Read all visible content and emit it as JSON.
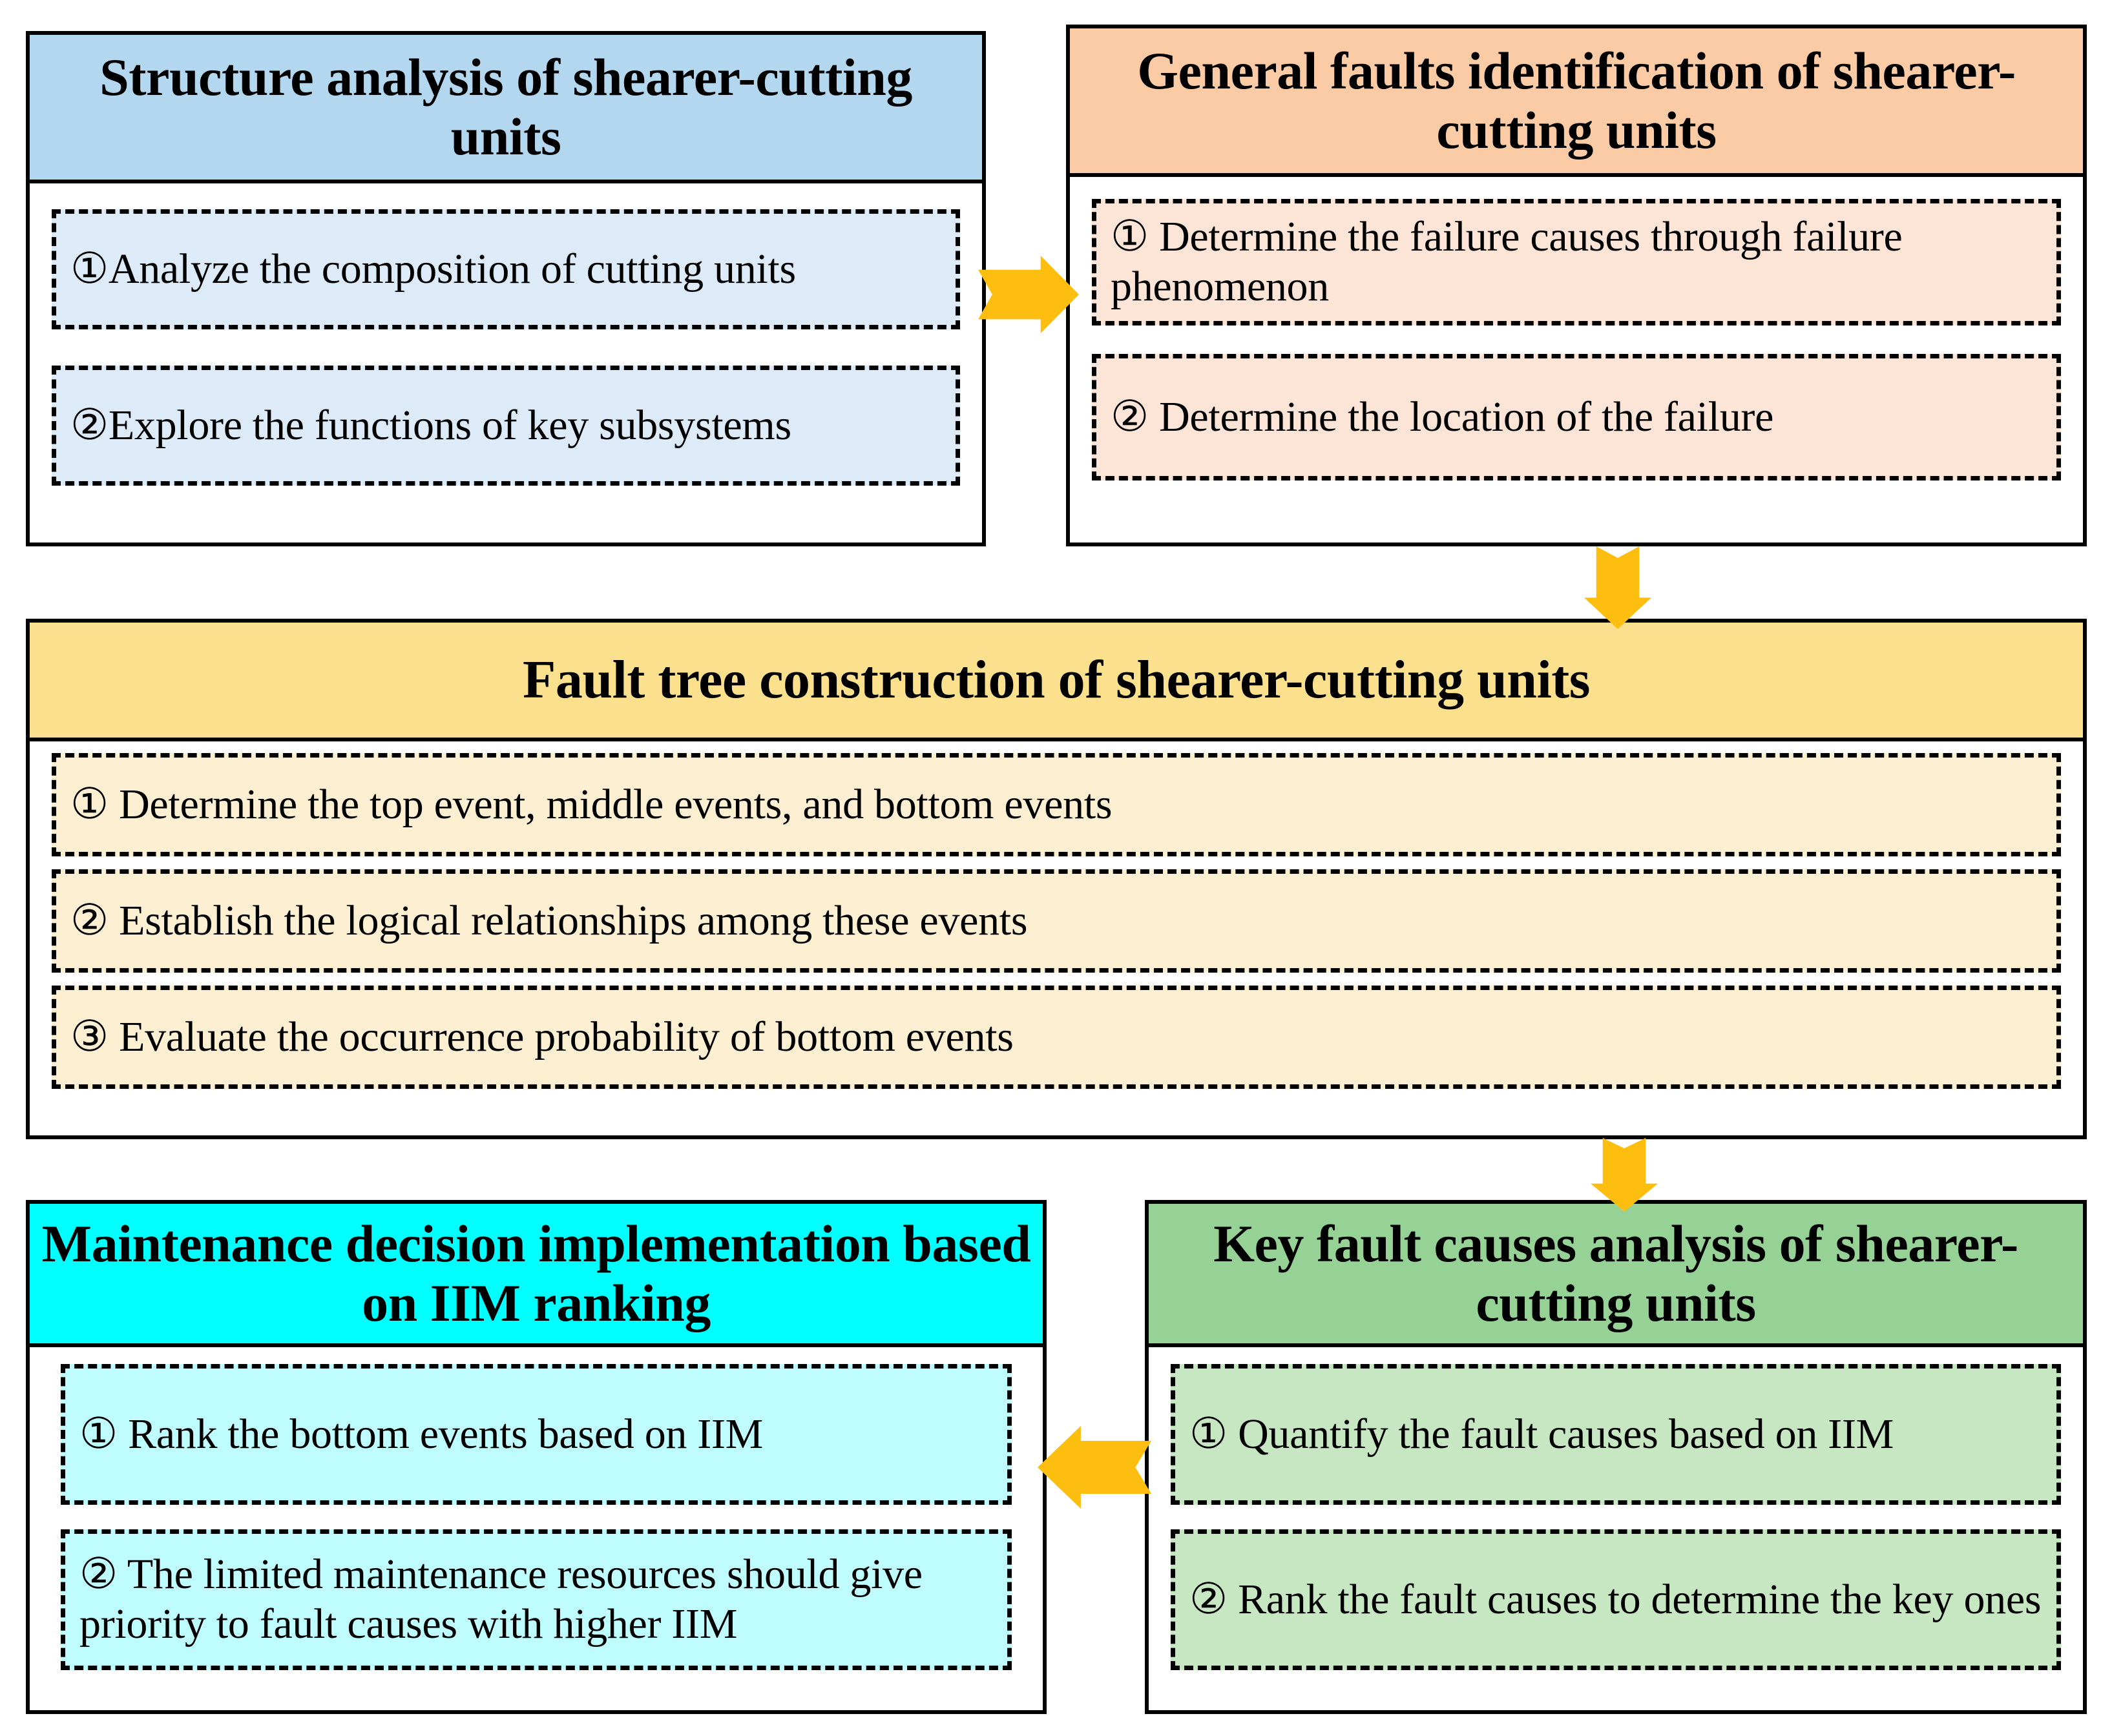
{
  "diagram": {
    "type": "flowchart",
    "accent_arrow_color": "#fdbe10",
    "boxes": [
      {
        "id": "structure",
        "title": "Structure analysis of shearer-cutting units",
        "header_color": "#b3d7ef",
        "item_color": "#dcebf7",
        "items": [
          "①Analyze the composition of cutting units",
          "②Explore the functions of key subsystems"
        ]
      },
      {
        "id": "faults",
        "title": "General faults identification of shearer-cutting units",
        "header_color": "#fbcba5",
        "item_color": "#fce5d7",
        "items": [
          "① Determine the failure causes through failure phenomenon",
          "② Determine the location of the failure"
        ]
      },
      {
        "id": "faulttree",
        "title": "Fault tree construction of shearer-cutting units",
        "header_color": "#fbe08e",
        "item_color": "#fcefd2",
        "items": [
          "① Determine the top event, middle events, and bottom events",
          "② Establish the logical relationships among these events",
          "③ Evaluate the occurrence probability of bottom events"
        ]
      },
      {
        "id": "maintenance",
        "title": "Maintenance decision implementation based on IIM ranking",
        "header_color": "#00ffff",
        "item_color": "#bffcff",
        "items": [
          "① Rank the bottom events based on IIM",
          "② The limited maintenance resources should give priority to fault causes with higher IIM"
        ]
      },
      {
        "id": "keycauses",
        "title": "Key fault causes analysis of shearer-cutting units",
        "header_color": "#96d295",
        "item_color": "#c7e7c3",
        "items": [
          "① Quantify the fault causes based on IIM",
          "② Rank the fault causes to determine the key ones"
        ]
      }
    ],
    "arrows": [
      {
        "id": "structure-to-faults",
        "direction": "right",
        "from": "structure",
        "to": "faults"
      },
      {
        "id": "faults-to-faulttree",
        "direction": "down",
        "from": "faults",
        "to": "faulttree"
      },
      {
        "id": "faulttree-to-keycauses",
        "direction": "down",
        "from": "faulttree",
        "to": "keycauses"
      },
      {
        "id": "keycauses-to-maintenance",
        "direction": "left",
        "from": "keycauses",
        "to": "maintenance"
      }
    ]
  }
}
